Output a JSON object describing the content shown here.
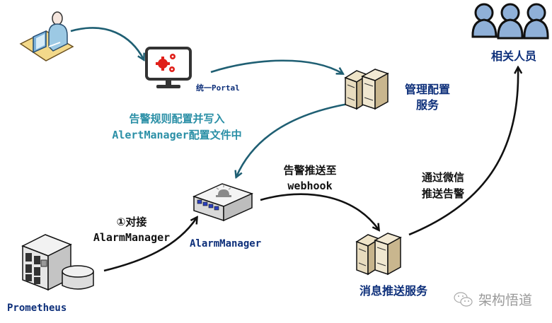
{
  "diagram": {
    "nodes": {
      "user": {
        "icon": "admin-at-desk-icon"
      },
      "portal": {
        "label": "统一Portal",
        "icon": "monitor-gears-icon"
      },
      "config_service": {
        "label_line1": "管理配置",
        "label_line2": "服务",
        "icon": "server-pair-icon"
      },
      "people": {
        "label": "相关人员",
        "icon": "user-group-icon"
      },
      "alarmmanager": {
        "label": "AlarmManager",
        "icon": "alarm-device-icon"
      },
      "prometheus": {
        "label": "Prometheus",
        "icon": "server-database-icon"
      },
      "push_service": {
        "label": "消息推送服务",
        "icon": "server-pair-icon"
      }
    },
    "edges": {
      "user_to_portal": {
        "from": "user",
        "to": "portal",
        "color": "#1f5f73"
      },
      "portal_to_config": {
        "from": "portal",
        "to": "config_service",
        "color": "#1f5f73"
      },
      "config_to_alarm": {
        "from": "config_service",
        "to": "alarmmanager",
        "color": "#1f5f73",
        "label_line1": "告警规则配置并写入",
        "label_line2": "AlertManager配置文件中"
      },
      "prom_to_alarm": {
        "from": "prometheus",
        "to": "alarmmanager",
        "color": "#111111",
        "label_line1": "①对接",
        "label_line2": "AlarmManager"
      },
      "alarm_to_push": {
        "from": "alarmmanager",
        "to": "push_service",
        "color": "#111111",
        "label_line1": "告警推送至",
        "label_line2": "webhook"
      },
      "push_to_people": {
        "from": "push_service",
        "to": "people",
        "color": "#111111",
        "label_line1": "通过微信",
        "label_line2": "推送告警"
      }
    },
    "watermark": {
      "text": "架构悟道",
      "icon": "wechat-icon"
    },
    "colors": {
      "label_navy": "#0d2f7a",
      "label_teal": "#2a8fa6",
      "gear_red": "#e0201a"
    }
  }
}
